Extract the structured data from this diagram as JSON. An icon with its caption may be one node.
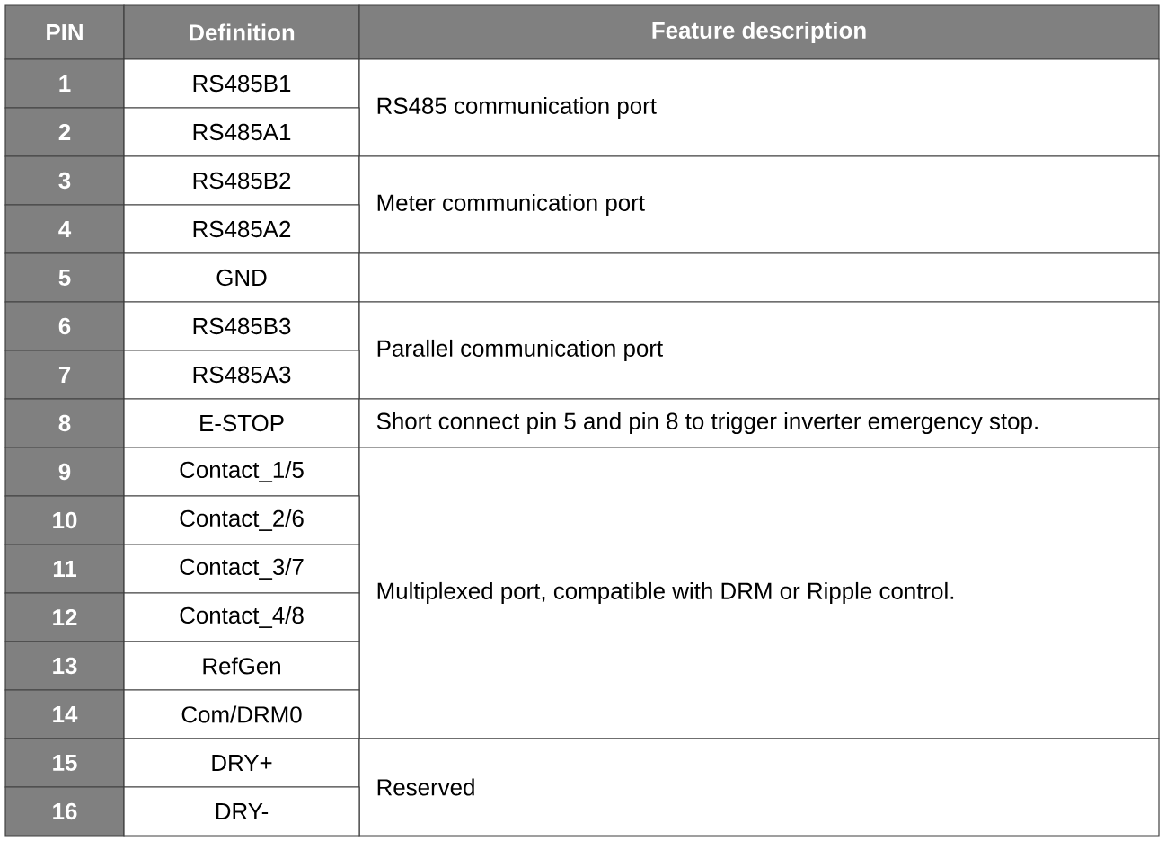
{
  "diagram": {
    "labels": [
      "PIN",
      "Definition",
      "Feature description",
      "1",
      "RS485B1",
      "RS485 communication port",
      "2",
      "RS485A1",
      "3",
      "RS485B2",
      "Meter communication port",
      "4",
      "RS485A2",
      "5",
      "GND",
      "6",
      "RS485B3",
      "Parallel communication port",
      "7",
      "RS485A3",
      "8",
      "E-STOP",
      "Short connect pin 5 and pin 8 to trigger inverter emergency stop.",
      "9",
      "Contact_1/5",
      "Multiplexed port, compatible with DRM or Ripple control.",
      "10",
      "Contact_2/6",
      "11",
      "Contact_3/7",
      "12",
      "Contact_4/8",
      "13",
      "RefGen",
      "14",
      "Com/DRM0",
      "15",
      "DRY+",
      "Reserved",
      "16",
      "DRY-"
    ]
  }
}
